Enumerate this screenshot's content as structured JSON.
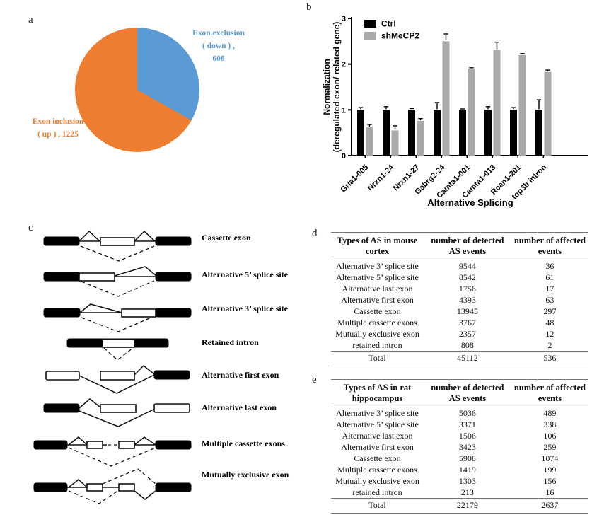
{
  "panel_letters": {
    "a": "a",
    "b": "b",
    "c": "c",
    "d": "d",
    "e": "e"
  },
  "chart_data": [
    {
      "type": "pie",
      "title": "Deregulated exons",
      "labels": [
        "Exon exclusion ( down ) ,",
        "Exon inclusion ( up ) ,"
      ],
      "values": [
        608,
        1225
      ],
      "colors": [
        "#5B9BD5",
        "#ED7D31"
      ],
      "start_angle_deg": 0,
      "direction": "clockwise",
      "legend_position": "callouts",
      "callouts": {
        "exclusion_lines": [
          "Exon exclusion",
          "( down ) ,",
          "608"
        ],
        "inclusion_lines": [
          "Exon inclusion",
          "( up ) , 1225"
        ]
      }
    },
    {
      "type": "bar",
      "title": "",
      "xlabel": "Alternative Splicing",
      "ylabel_lines": [
        "Normalization",
        "(deregulated exon/ related gene)"
      ],
      "ylim": [
        0,
        3
      ],
      "yticks": [
        0,
        1,
        2,
        3
      ],
      "grid": false,
      "legend_position": "top-left",
      "categories": [
        "Gria1-005",
        "Nrxn1-24",
        "Nrxn1-27",
        "Gabrg2-24",
        "Camta1-001",
        "Camta1-013",
        "Rcan1-201",
        "top3b intron"
      ],
      "series": [
        {
          "name": "Ctrl",
          "color": "#000000",
          "values": [
            1.0,
            1.0,
            1.0,
            1.0,
            1.0,
            1.0,
            1.0,
            1.0
          ],
          "errors": [
            0.05,
            0.07,
            0.03,
            0.16,
            0.02,
            0.07,
            0.05,
            0.22
          ]
        },
        {
          "name": "shMeCP2",
          "color": "#a9a9a9",
          "values": [
            0.62,
            0.55,
            0.76,
            2.5,
            1.9,
            2.31,
            2.2,
            1.83
          ],
          "errors": [
            0.06,
            0.1,
            0.05,
            0.16,
            0.02,
            0.17,
            0.03,
            0.04
          ]
        }
      ]
    }
  ],
  "splicing_types": [
    "Cassette exon",
    "Alternative 5’ splice site",
    "Alternative 3’ splice site",
    "Retained intron",
    "Alternative first exon",
    "Alternative last exon",
    "Multiple cassette exons",
    "Mutually exclusive exon"
  ],
  "tables": {
    "d": {
      "headers": [
        "Types of AS in mouse\ncortex",
        "number of detected\nAS events",
        "number of affected\nevents"
      ],
      "rows": [
        [
          "Alternative 3’ splice site",
          "9544",
          "36"
        ],
        [
          "Alternative 5’ splice site",
          "8542",
          "61"
        ],
        [
          "Alternative last exon",
          "1756",
          "17"
        ],
        [
          "Alternative first exon",
          "4393",
          "63"
        ],
        [
          "Cassette exon",
          "13945",
          "297"
        ],
        [
          "Multiple cassette exons",
          "3767",
          "48"
        ],
        [
          "Mutually exclusive exon",
          "2357",
          "12"
        ],
        [
          "retained intron",
          "808",
          "2"
        ]
      ],
      "total_row": [
        "Total",
        "45112",
        "536"
      ]
    },
    "e": {
      "headers": [
        "Types of AS in rat\nhippocampus",
        "number of detected\nAS events",
        "number of affected\nevents"
      ],
      "rows": [
        [
          "Alternative 3’ splice site",
          "5036",
          "489"
        ],
        [
          "Alternative 5’ splice site",
          "3371",
          "338"
        ],
        [
          "Alternative last exon",
          "1506",
          "106"
        ],
        [
          "Alternative first exon",
          "3423",
          "259"
        ],
        [
          "Cassette exon",
          "5908",
          "1074"
        ],
        [
          "Multiple cassette exons",
          "1419",
          "199"
        ],
        [
          "Mutually exclusive exon",
          "1303",
          "156"
        ],
        [
          "retained intron",
          "213",
          "16"
        ]
      ],
      "total_row": [
        "Total",
        "22179",
        "2637"
      ]
    }
  }
}
